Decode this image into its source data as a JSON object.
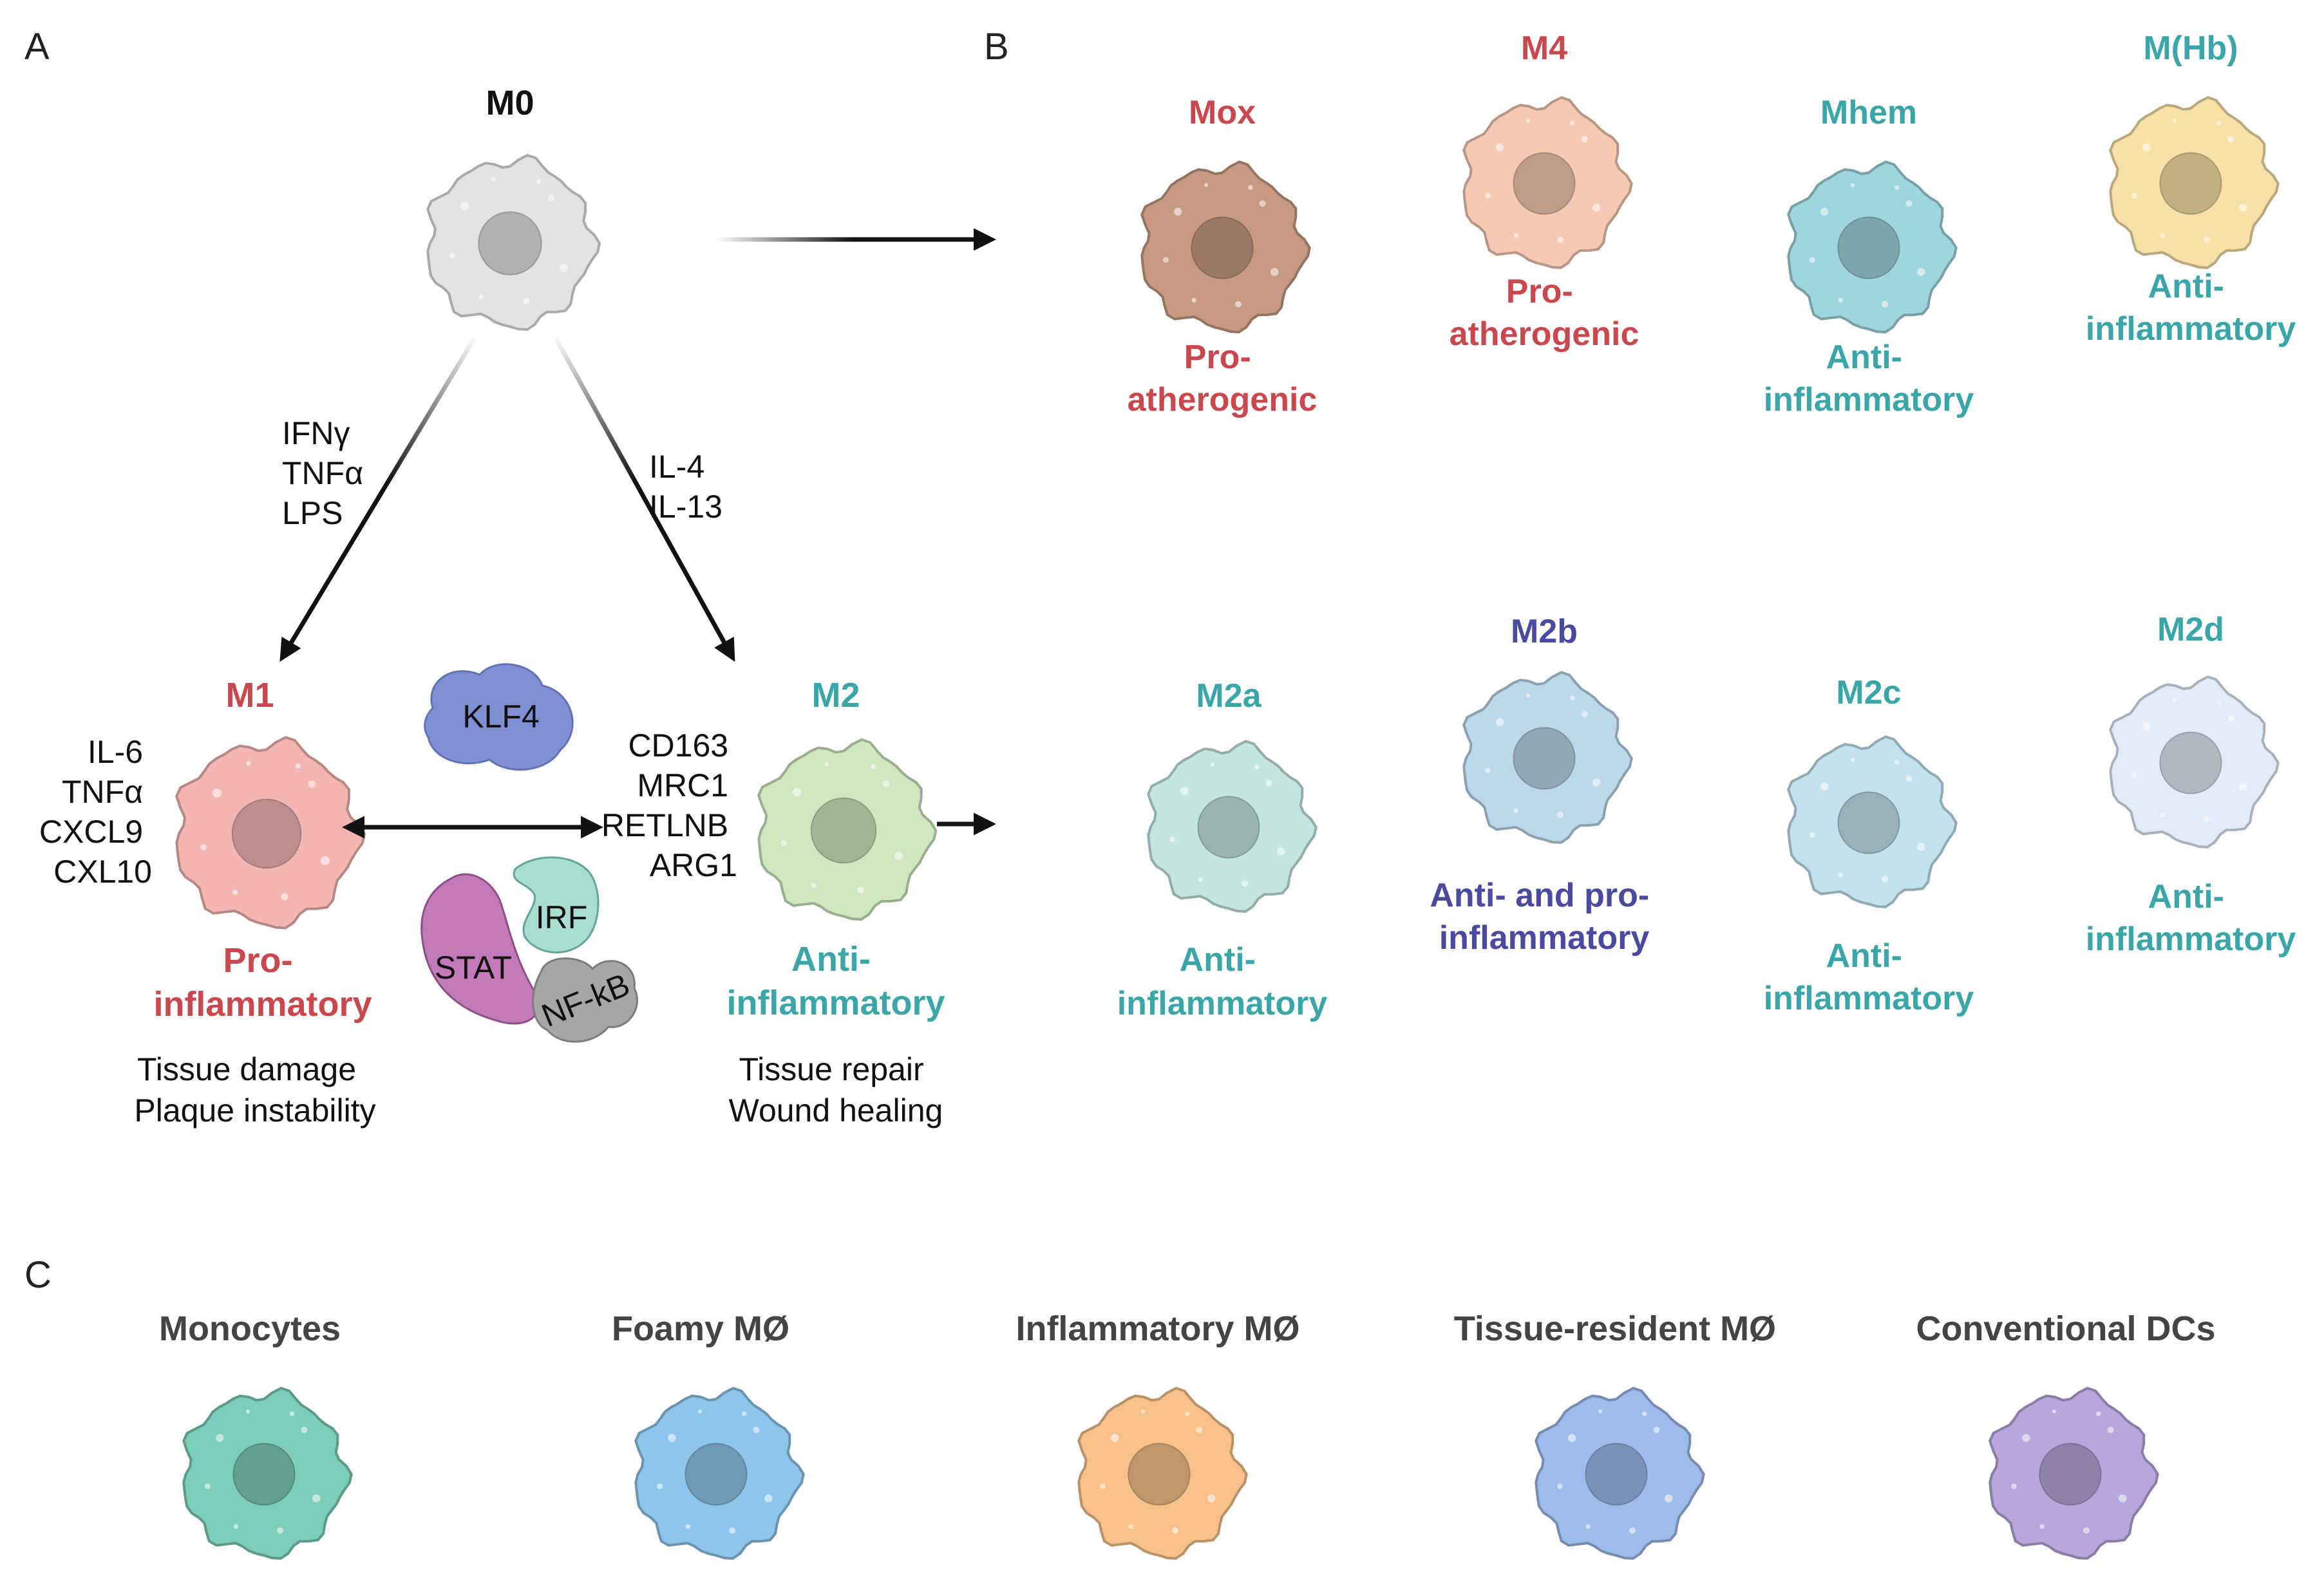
{
  "colors": {
    "red": "#c9474d",
    "teal": "#3aa6a8",
    "purple": "#4b4aa0",
    "dark": "#444444"
  },
  "panels": {
    "a": "A",
    "b": "B",
    "c": "C"
  },
  "panel_a": {
    "m0": "M0",
    "m0_color": "#e3e3e3",
    "left_stimuli": [
      "IFNγ",
      "TNFα",
      "LPS"
    ],
    "right_stimuli": [
      "IL-4",
      "IL-13"
    ],
    "m1": {
      "name": "M1",
      "color": "#f3b6b3",
      "markers": [
        "IL-6",
        "TNFα",
        "CXCL9",
        "CXL10"
      ],
      "role": [
        "Pro-",
        "inflammatory"
      ],
      "outcome": [
        "Tissue damage",
        "Plaque instability"
      ]
    },
    "m2": {
      "name": "M2",
      "color": "#cfe8bf",
      "markers": [
        "CD163",
        "MRC1",
        "RETLNB",
        "ARG1"
      ],
      "role": [
        "Anti-",
        "inflammatory"
      ],
      "outcome": [
        "Tissue repair",
        "Wound healing"
      ]
    },
    "factors": {
      "klf4": "KLF4",
      "irf": "IRF",
      "stat": "STAT",
      "nfkb": "NF-kB"
    }
  },
  "panel_b": {
    "cells": [
      {
        "name": "Mox",
        "color": "#c89a83",
        "role": [
          "Pro-",
          "atherogenic"
        ],
        "tone": "red"
      },
      {
        "name": "M4",
        "color": "#f6c9b2",
        "role": [
          "Pro-",
          "atherogenic"
        ],
        "tone": "red"
      },
      {
        "name": "Mhem",
        "color": "#9fd5df",
        "role": [
          "Anti-",
          "inflammatory"
        ],
        "tone": "teal"
      },
      {
        "name": "M(Hb)",
        "color": "#f7e1a6",
        "role": [
          "Anti-",
          "inflammatory"
        ],
        "tone": "teal"
      },
      {
        "name": "M2a",
        "color": "#c4e6e0",
        "role": [
          "Anti-",
          "inflammatory"
        ],
        "tone": "teal"
      },
      {
        "name": "M2b",
        "color": "#bcd8ea",
        "role": [
          "Anti- and pro-",
          "inflammatory"
        ],
        "tone": "purple"
      },
      {
        "name": "M2c",
        "color": "#c2e2ee",
        "role": [
          "Anti-",
          "inflammatory"
        ],
        "tone": "teal"
      },
      {
        "name": "M2d",
        "color": "#e2ecf8",
        "role": [
          "Anti-",
          "inflammatory"
        ],
        "tone": "teal"
      }
    ]
  },
  "panel_c": {
    "cells": [
      {
        "name": "Monocytes",
        "color": "#7ccdb9"
      },
      {
        "name": "Foamy MØ",
        "color": "#8ec5ea"
      },
      {
        "name": "Inflammatory MØ",
        "color": "#f6c28a"
      },
      {
        "name": "Tissue-resident MØ",
        "color": "#9dbbeb"
      },
      {
        "name": "Conventional DCs",
        "color": "#b8a6dd"
      }
    ]
  }
}
